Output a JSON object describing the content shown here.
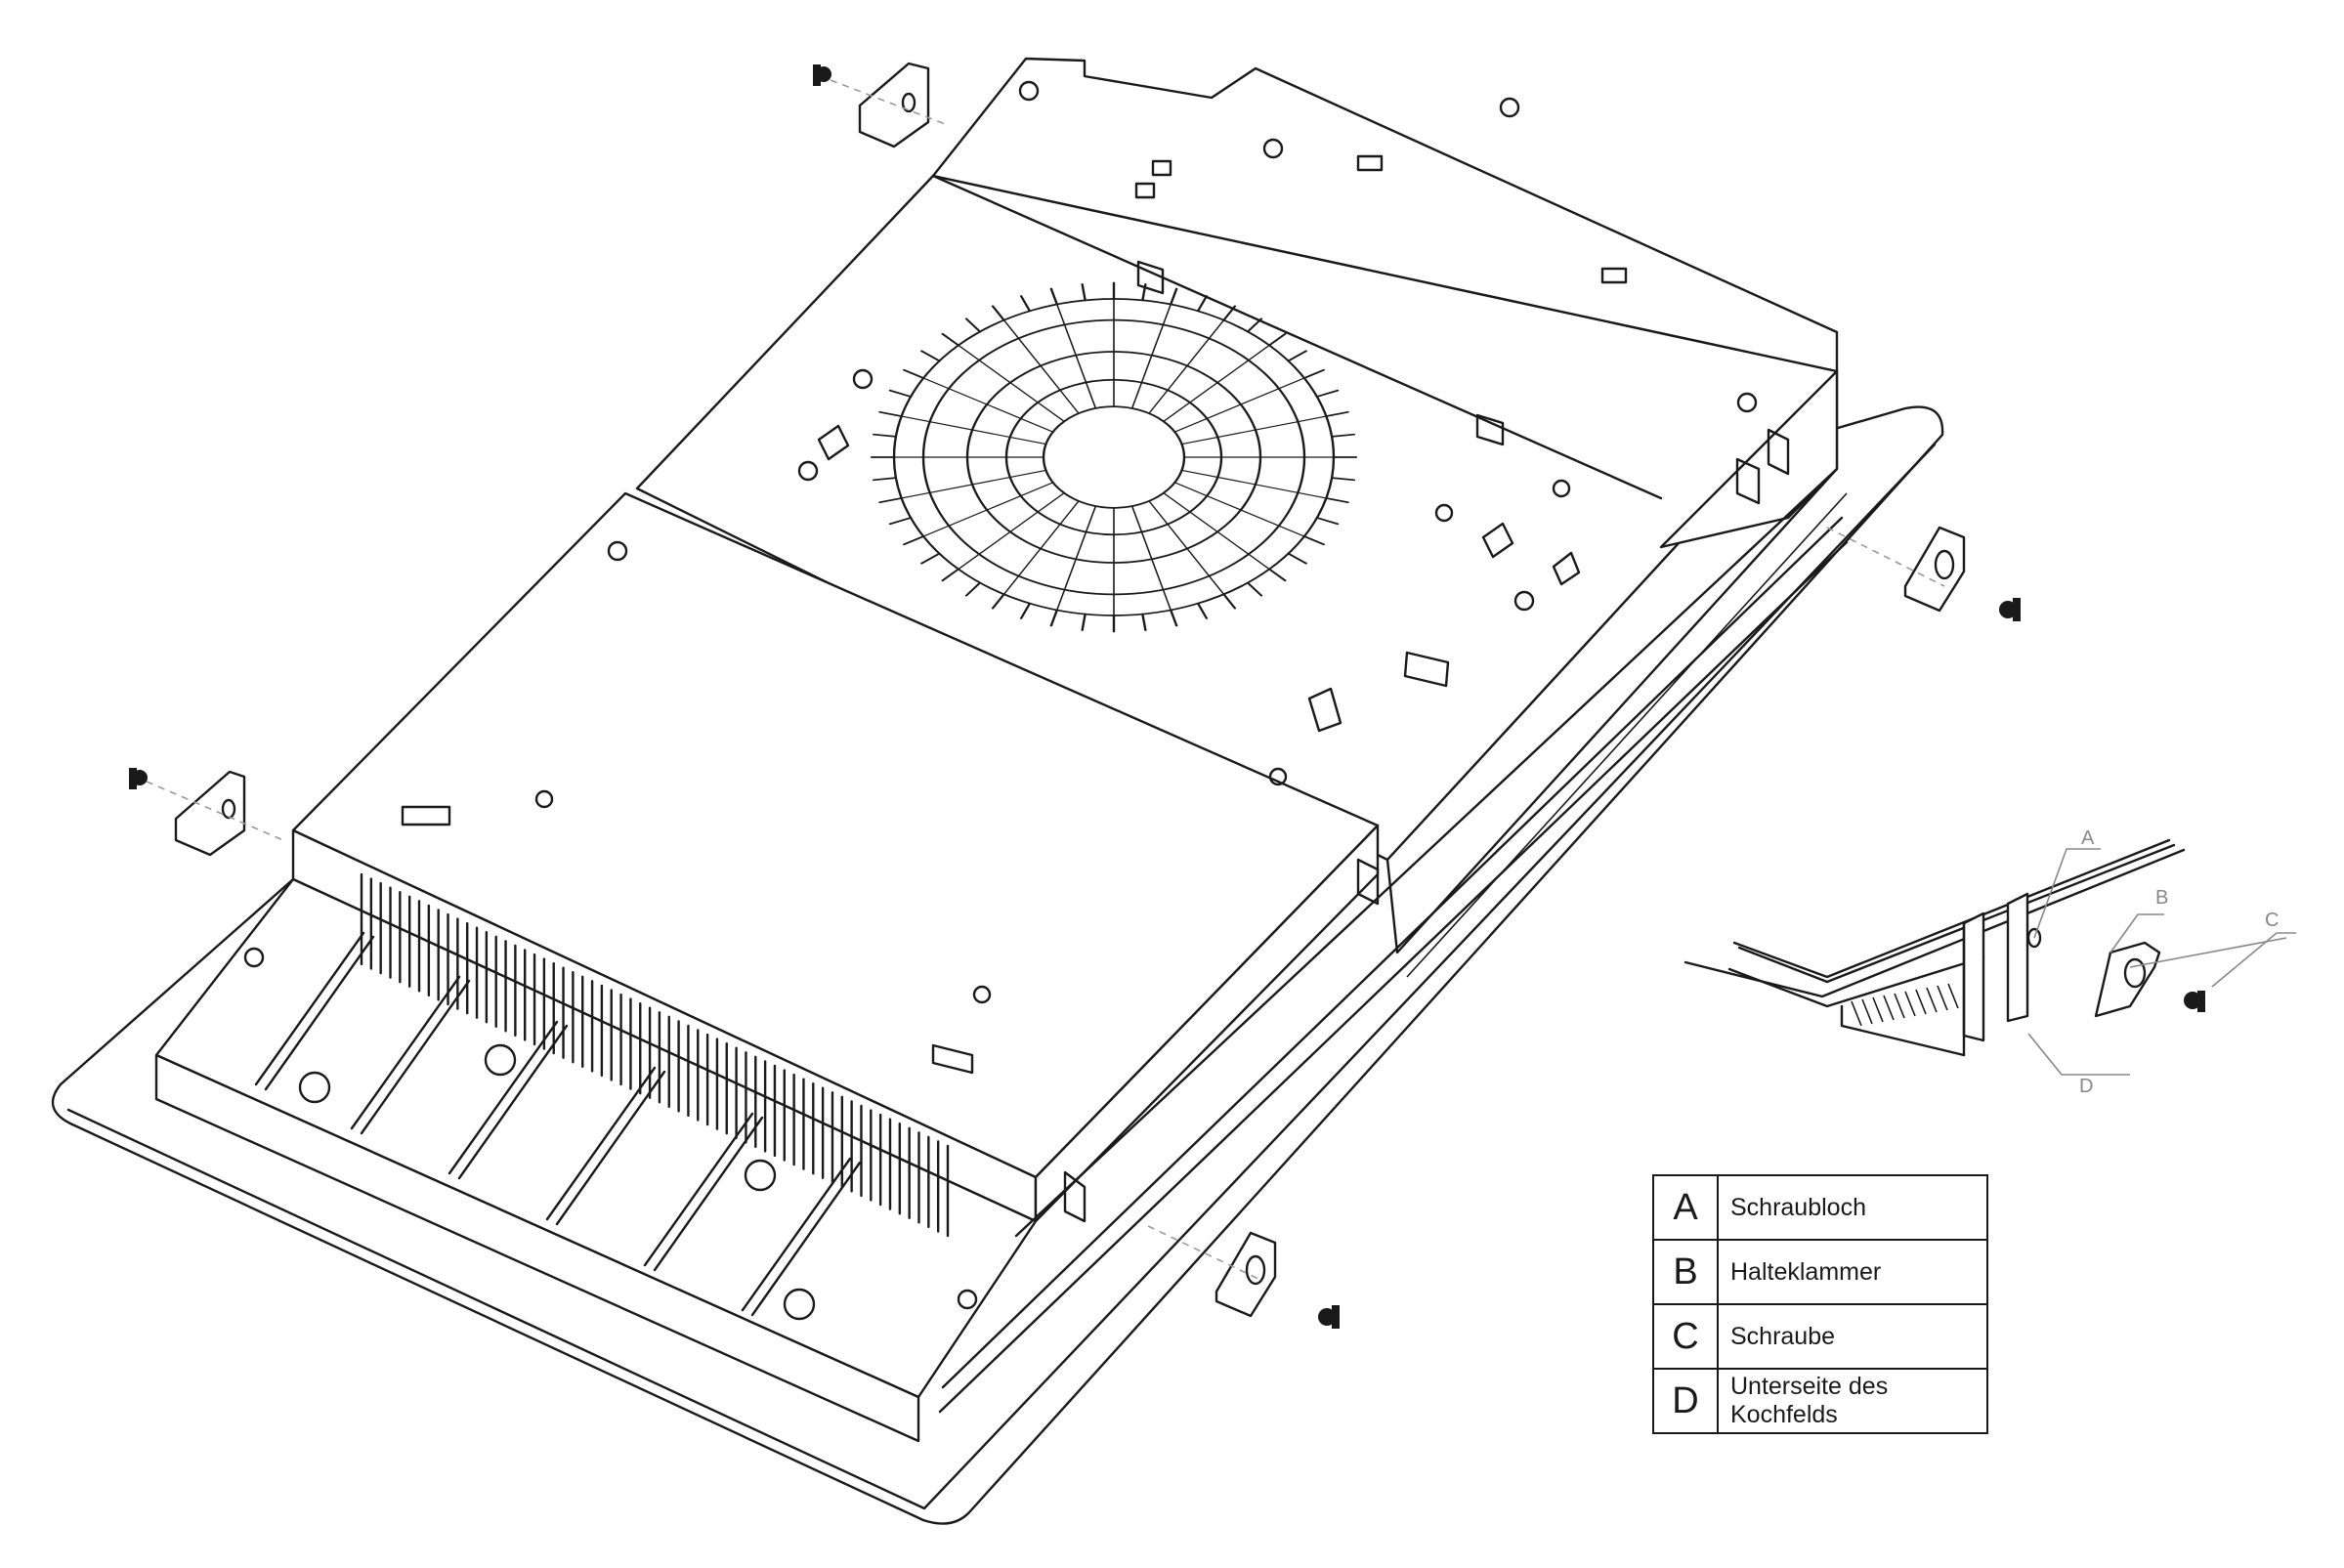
{
  "diagram": {
    "callouts": [
      "A",
      "B",
      "C",
      "D"
    ],
    "legend": [
      {
        "key": "A",
        "label": "Schraubloch"
      },
      {
        "key": "B",
        "label": "Halteklammer"
      },
      {
        "key": "C",
        "label": "Schraube"
      },
      {
        "key": "D",
        "label": "Unterseite des Kochfelds"
      }
    ],
    "colors": {
      "line": "#1a1a1a",
      "leader": "#888888",
      "background": "#ffffff"
    }
  }
}
